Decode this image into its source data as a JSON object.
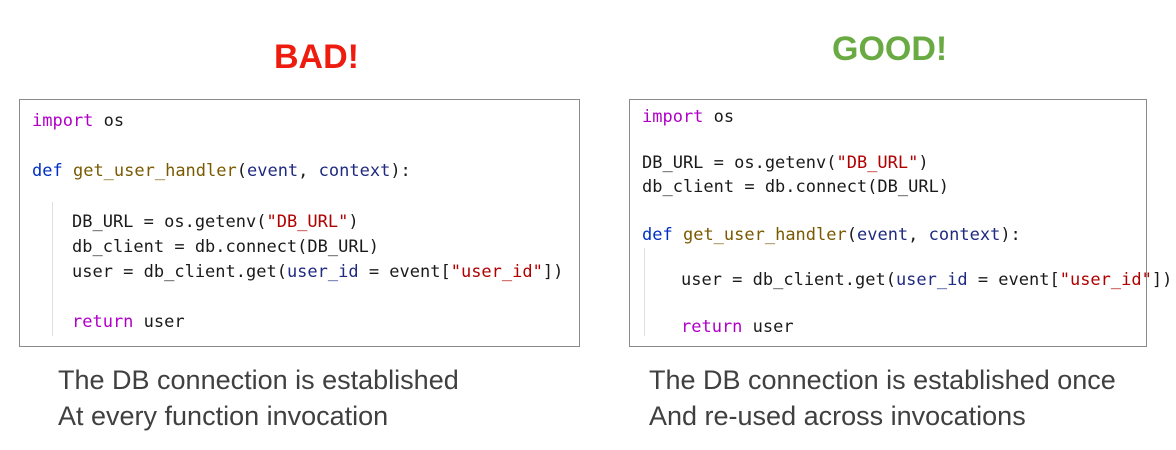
{
  "panels": {
    "bad": {
      "title": "BAD!",
      "title_color": "#ee1c0f",
      "code": {
        "import_kw": "import",
        "import_mod": " os",
        "def_kw": "def",
        "func_name": "get_user_handler",
        "param_open": "(",
        "param_event": "event",
        "param_comma": ", ",
        "param_context": "context",
        "param_close": "):",
        "dburl_pre": "DB_URL = os.getenv(",
        "dburl_str": "\"DB_URL\"",
        "dburl_post": ")",
        "dbclient": "db_client = db.connect(DB_URL)",
        "user_pre": "user = db_client.get(",
        "user_kwarg": "user_id",
        "user_mid": " = event[",
        "user_str": "\"user_id\"",
        "user_post": "])",
        "return_kw": "return",
        "return_val": " user"
      },
      "caption_line1": "The DB connection is established",
      "caption_line2": "At every function invocation"
    },
    "good": {
      "title": "GOOD!",
      "title_color": "#6aaa43",
      "code": {
        "import_kw": "import",
        "import_mod": " os",
        "dburl_pre": "DB_URL = os.getenv(",
        "dburl_str": "\"DB_URL\"",
        "dburl_post": ")",
        "dbclient": "db_client = db.connect(DB_URL)",
        "def_kw": "def",
        "func_name": "get_user_handler",
        "param_open": "(",
        "param_event": "event",
        "param_comma": ", ",
        "param_context": "context",
        "param_close": "):",
        "user_pre": "user = db_client.get(",
        "user_kwarg": "user_id",
        "user_mid": " = event[",
        "user_str": "\"user_id\"",
        "user_post": "])",
        "return_kw": "return",
        "return_val": " user"
      },
      "caption_line1": "The DB connection is established once",
      "caption_line2": "And re-used across invocations"
    }
  }
}
